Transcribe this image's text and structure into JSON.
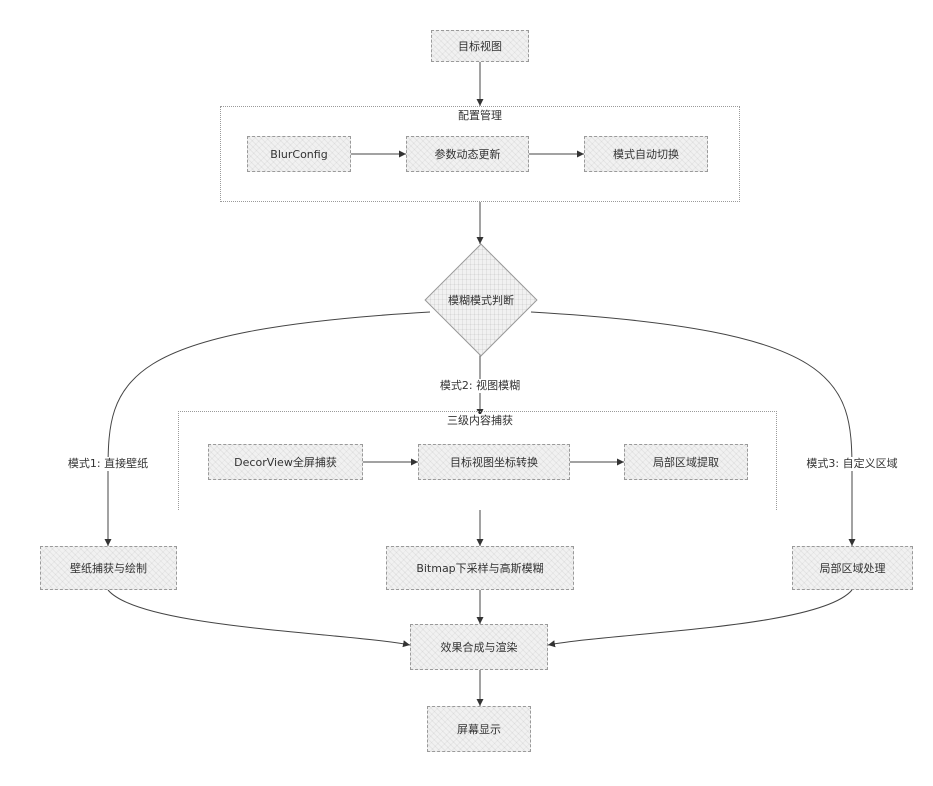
{
  "nodes": {
    "target_view": "目标视图",
    "blur_config": "BlurConfig",
    "param_update": "参数动态更新",
    "mode_switch": "模式自动切换",
    "decision": "模糊模式判断",
    "decor_capture": "DecorView全屏捕获",
    "coord_transform": "目标视图坐标转换",
    "region_crop": "局部区域提取",
    "wallpaper_draw": "壁纸捕获与绘制",
    "bitmap_blur": "Bitmap下采样与高斯模糊",
    "local_process": "局部区域处理",
    "compose_render": "效果合成与渲染",
    "screen_display": "屏幕显示"
  },
  "groups": {
    "config_title": "配置管理",
    "capture_title": "三级内容捕获"
  },
  "edge_labels": {
    "mode1": "模式1: 直接壁纸",
    "mode2": "模式2: 视图模糊",
    "mode3": "模式3: 自定义区域"
  }
}
